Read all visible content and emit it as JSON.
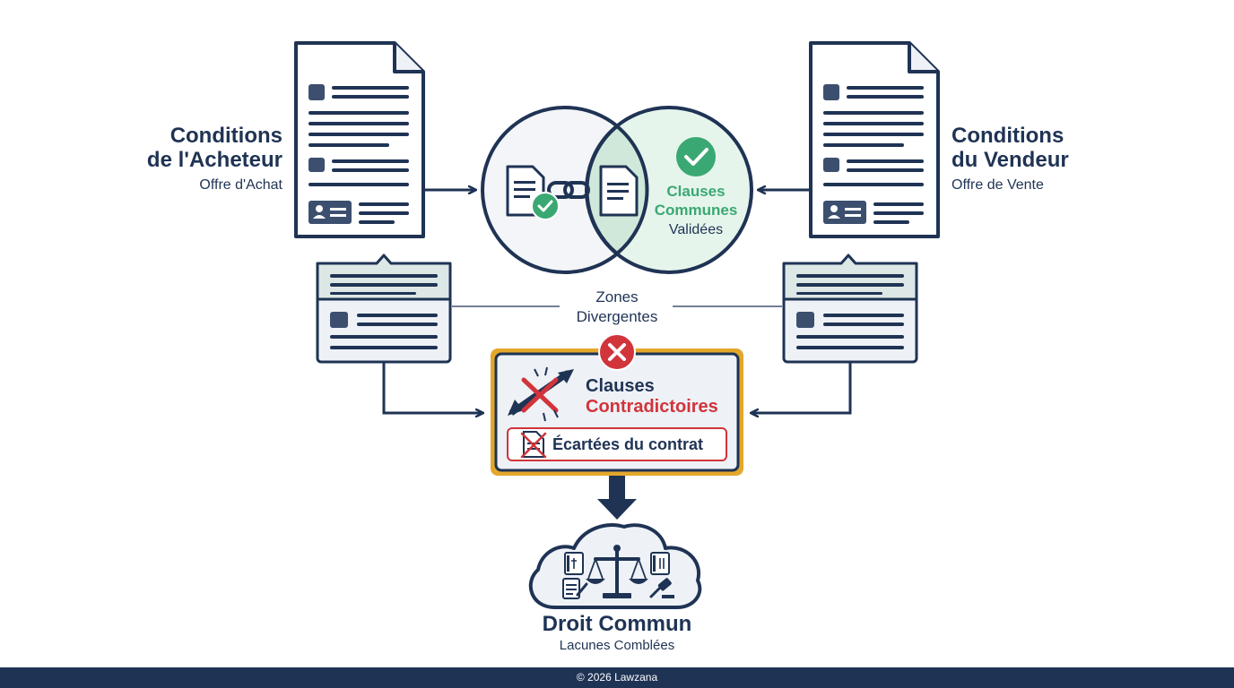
{
  "buyer": {
    "title_line1": "Conditions",
    "title_line2": "de l'Acheteur",
    "subtitle": "Offre d'Achat"
  },
  "seller": {
    "title_line1": "Conditions",
    "title_line2": "du Vendeur",
    "subtitle": "Offre de Vente"
  },
  "common": {
    "line1": "Clauses",
    "line2": "Communes",
    "line3": "Validées"
  },
  "divergent": {
    "line1": "Zones",
    "line2": "Divergentes"
  },
  "contradictory": {
    "line1": "Clauses",
    "line2": "Contradictoires",
    "badge": "Écartées du contrat"
  },
  "law": {
    "title": "Droit Commun",
    "subtitle": "Lacunes Comblées"
  },
  "footer": {
    "text": "© 2026 Lawzana"
  },
  "colors": {
    "navy": "#1f3354",
    "green": "#3aa872",
    "red": "#d1343b",
    "gold": "#e3a72b"
  }
}
